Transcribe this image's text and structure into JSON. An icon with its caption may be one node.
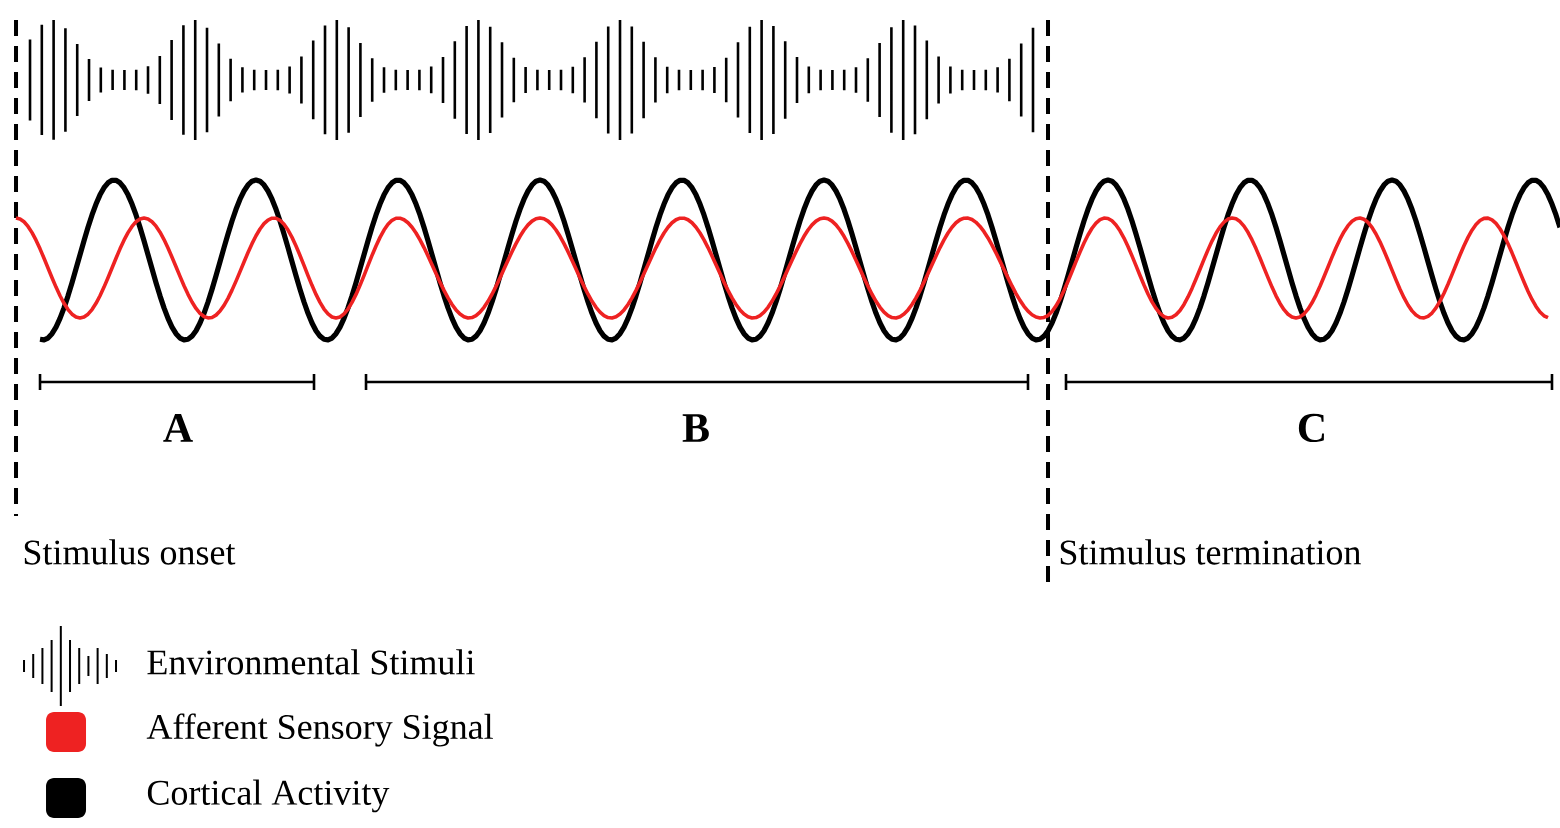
{
  "diagram": {
    "labels": [
      "A",
      "B",
      "C",
      "Stimulus onset",
      "Stimulus termination"
    ],
    "legend": [
      {
        "text": "Environmental Stimuli"
      },
      {
        "text": "Afferent Sensory Signal",
        "color": "#ee2222"
      },
      {
        "text": "Cortical Activity",
        "color": "#000000"
      }
    ]
  }
}
